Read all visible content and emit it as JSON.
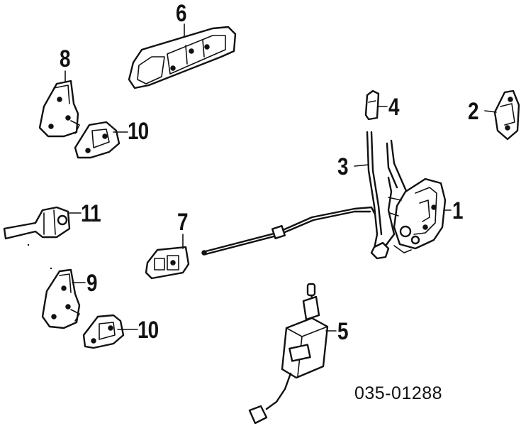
{
  "diagram": {
    "callouts": [
      {
        "key": "c1",
        "text": "1"
      },
      {
        "key": "c2",
        "text": "2"
      },
      {
        "key": "c3",
        "text": "3"
      },
      {
        "key": "c4",
        "text": "4"
      },
      {
        "key": "c5",
        "text": "5"
      },
      {
        "key": "c6",
        "text": "6"
      },
      {
        "key": "c7",
        "text": "7"
      },
      {
        "key": "c8",
        "text": "8"
      },
      {
        "key": "c9",
        "text": "9"
      },
      {
        "key": "c10a",
        "text": "10"
      },
      {
        "key": "c10b",
        "text": "10"
      },
      {
        "key": "c11",
        "text": "11"
      }
    ],
    "part_code": "035-01288"
  }
}
